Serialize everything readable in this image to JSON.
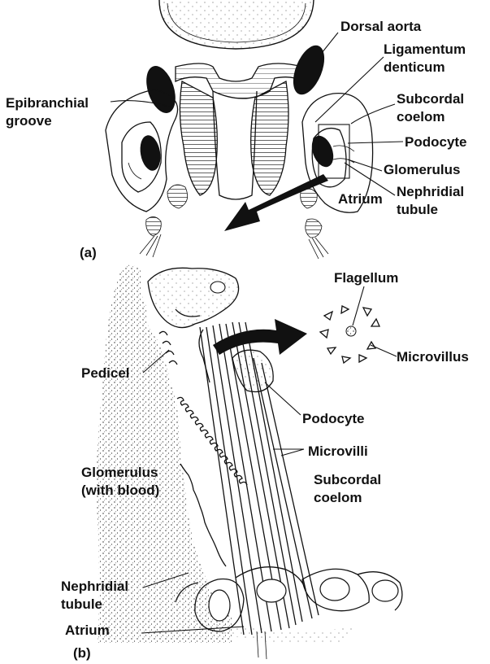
{
  "panel_a": {
    "tag": "(a)",
    "labels": {
      "dorsal_aorta": "Dorsal aorta",
      "ligamentum_1": "Ligamentum",
      "ligamentum_2": "denticum",
      "epibranchial_1": "Epibranchial",
      "epibranchial_2": "groove",
      "subcordal_1": "Subcordal",
      "subcordal_2": "coelom",
      "podocyte": "Podocyte",
      "glomerulus": "Glomerulus",
      "nephridial_1": "Nephridial",
      "nephridial_2": "tubule",
      "atrium": "Atrium"
    }
  },
  "panel_b": {
    "tag": "(b)",
    "labels": {
      "flagellum": "Flagellum",
      "microvillus": "Microvillus",
      "pedicel": "Pedicel",
      "podocyte": "Podocyte",
      "microvilli": "Microvilli",
      "glomerulus_1": "Glomerulus",
      "glomerulus_2": "(with blood)",
      "subcordal_1": "Subcordal",
      "subcordal_2": "coelom",
      "nephridial_1": "Nephridial",
      "nephridial_2": "tubule",
      "atrium": "Atrium"
    }
  }
}
